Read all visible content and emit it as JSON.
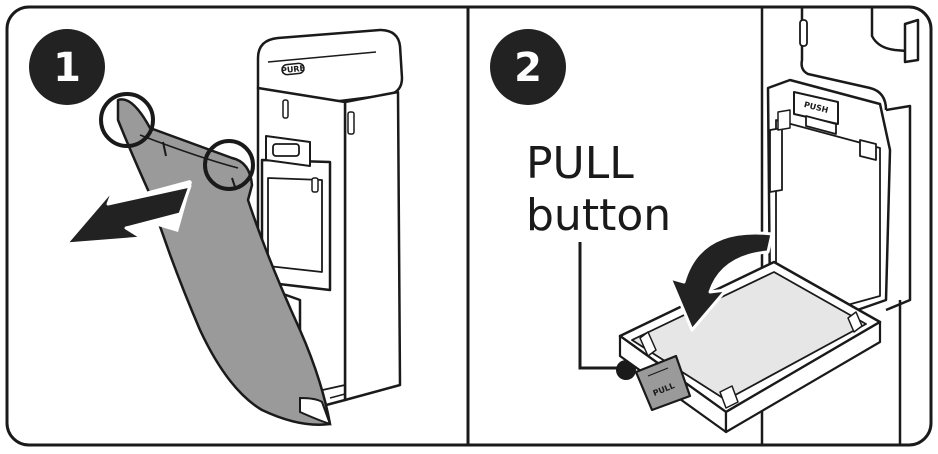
{
  "steps": [
    {
      "number": "1"
    },
    {
      "number": "2"
    }
  ],
  "callout": {
    "line1": "PULL",
    "line2": "button"
  },
  "device_labels": {
    "logo": "PURE",
    "top_button": "PUSH",
    "lid_button": "PULL"
  },
  "colors": {
    "outline": "#1a1a1a",
    "panel_gray": "#9a9a9a",
    "badge": "#222222",
    "light_fill": "#e6e6e6"
  }
}
